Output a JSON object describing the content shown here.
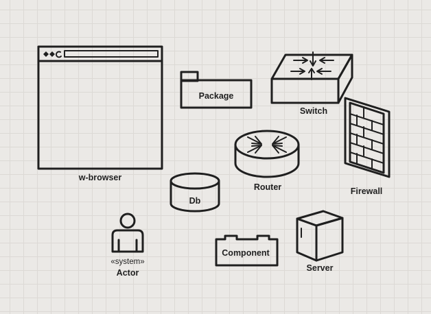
{
  "nodes": {
    "browser": {
      "label": "w-browser"
    },
    "package": {
      "label": "Package"
    },
    "switch": {
      "label": "Switch"
    },
    "router": {
      "label": "Router"
    },
    "firewall": {
      "label": "Firewall"
    },
    "db": {
      "label": "Db"
    },
    "actor": {
      "stereotype": "«system»",
      "label": "Actor"
    },
    "component": {
      "label": "Component"
    },
    "server": {
      "label": "Server"
    }
  },
  "icons": [
    "browser-window-icon",
    "package-icon",
    "switch-icon",
    "router-icon",
    "firewall-icon",
    "database-icon",
    "actor-icon",
    "component-icon",
    "server-icon"
  ],
  "colors": {
    "background": "#ebe9e6",
    "grid": "#dcd9d5",
    "stroke": "#1f1f1f"
  }
}
